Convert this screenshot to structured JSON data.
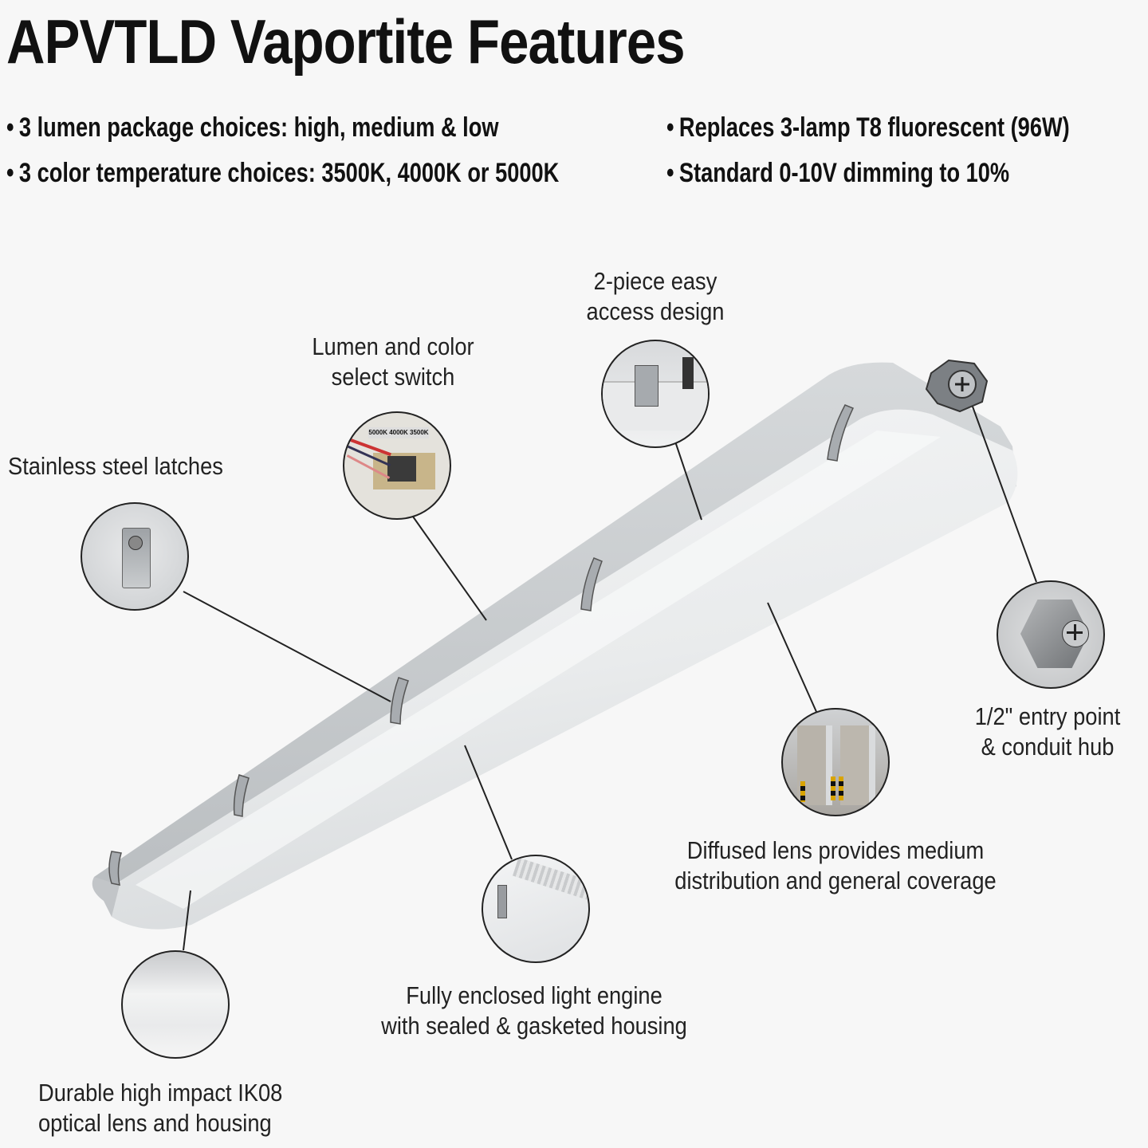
{
  "header": {
    "title": "APVTLD Vaportite Features"
  },
  "features": {
    "left": [
      {
        "bullet": "•",
        "text": "3 lumen package choices: high, medium & low"
      },
      {
        "bullet": "•",
        "text": "3 color temperature choices: 3500K, 4000K or 5000K"
      }
    ],
    "right": [
      {
        "bullet": "•",
        "text": "Replaces 3-lamp T8 fluorescent (96W)"
      },
      {
        "bullet": "•",
        "text": "Standard 0-10V dimming to 10%"
      }
    ]
  },
  "callouts": {
    "latches": {
      "line1": "Stainless steel latches",
      "line2": ""
    },
    "switch": {
      "line1": "Lumen and color",
      "line2": "select switch",
      "switch_labels": "5000K 4000K 3500K"
    },
    "access": {
      "line1": "2-piece easy",
      "line2": "access design"
    },
    "conduit": {
      "line1": "1/2\" entry point",
      "line2": "& conduit hub"
    },
    "lens": {
      "line1": "Diffused lens provides medium",
      "line2": "distribution and general coverage"
    },
    "engine": {
      "line1": "Fully enclosed light engine",
      "line2": "with sealed & gasketed housing"
    },
    "durable": {
      "line1": "Durable high impact IK08",
      "line2": "optical lens and housing"
    }
  },
  "colors": {
    "background": "#f7f7f7",
    "text": "#111111",
    "housing_gray": "#c9ccce",
    "lens_white": "#eef0f1",
    "leader_line": "#222222"
  }
}
